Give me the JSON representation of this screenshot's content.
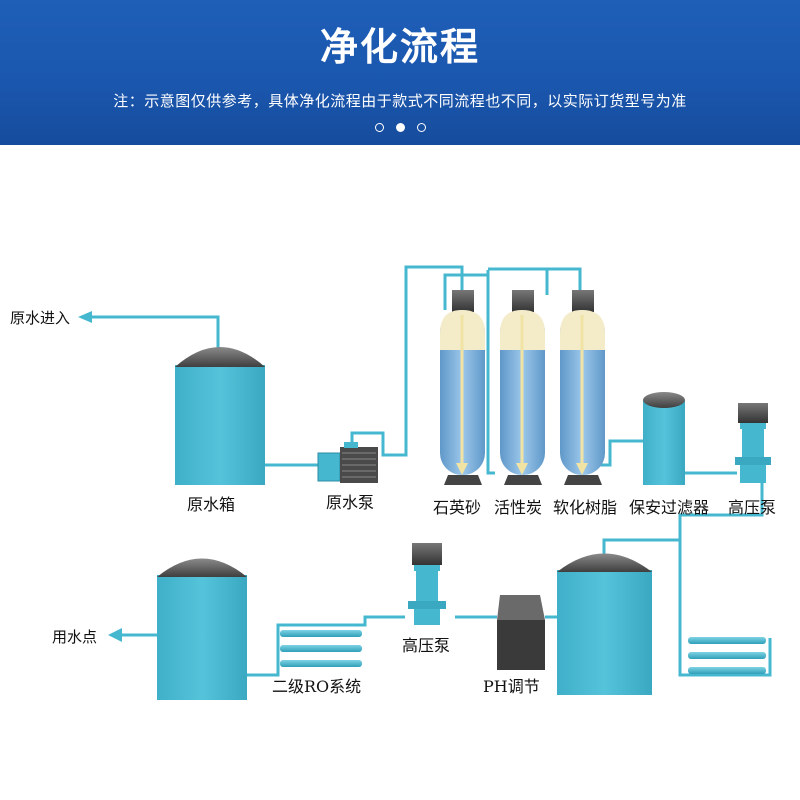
{
  "header": {
    "title": "净化流程",
    "note": "注：示意图仅供参考，具体净化流程由于款式不同流程也不同，以实际订货型号为准",
    "carousel_dots": 3,
    "active_dot": 1
  },
  "colors": {
    "banner": "#1a56ad",
    "tank": "#45b8d0",
    "tank_top": "#5a5a5a",
    "pipe": "#45b8d0",
    "filter_water": "#7fb3dd",
    "filter_resin": "#f4ebc9"
  },
  "labels": {
    "raw_water_in": "原水进入",
    "raw_water_tank": "原水箱",
    "raw_water_pump": "原水泵",
    "quartz_sand": "石英砂",
    "activated_carbon": "活性炭",
    "softener_resin": "软化树脂",
    "security_filter": "保安过滤器",
    "high_pressure_pump_1": "高压泵",
    "high_pressure_pump_2": "高压泵",
    "two_stage_ro": "二级RO系统",
    "ph_adjust": "PH调节",
    "water_use_point": "用水点"
  }
}
